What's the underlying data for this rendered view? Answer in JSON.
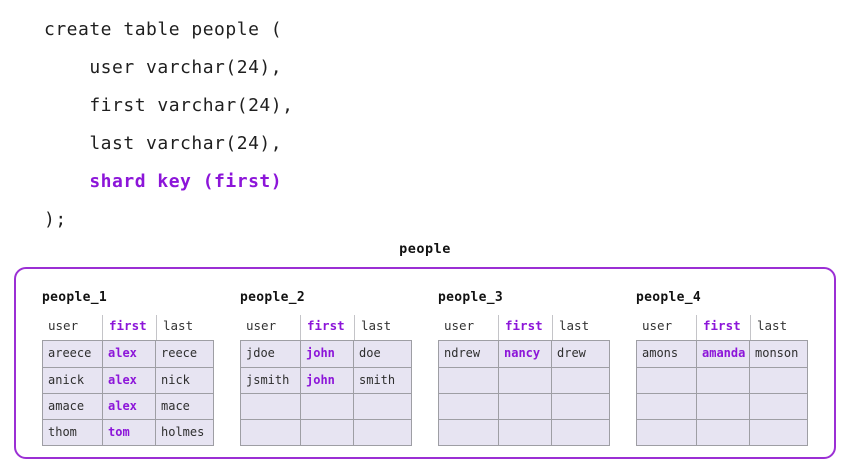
{
  "colors": {
    "accent_text": "#8c15d9",
    "box_border": "#9b2fd4",
    "cell_bg": "#e7e4f2",
    "grid_border": "#9e9ea4",
    "header_divider": "#c4c4c8",
    "code_text": "#1f1f1f"
  },
  "code": {
    "lines": [
      {
        "text": "create table people (",
        "highlight": false
      },
      {
        "text": "    user varchar(24),",
        "highlight": false
      },
      {
        "text": "    first varchar(24),",
        "highlight": false
      },
      {
        "text": "    last varchar(24),",
        "highlight": false
      },
      {
        "text": "    shard key (first)",
        "highlight": true
      },
      {
        "text": ");",
        "highlight": false
      }
    ]
  },
  "diagram": {
    "title": "people",
    "key_column_index": 1,
    "columns": [
      "user",
      "first",
      "last"
    ],
    "shards": [
      {
        "name": "people_1",
        "rows": [
          [
            "areece",
            "alex",
            "reece"
          ],
          [
            "anick",
            "alex",
            "nick"
          ],
          [
            "amace",
            "alex",
            "mace"
          ],
          [
            "thom",
            "tom",
            "holmes"
          ]
        ]
      },
      {
        "name": "people_2",
        "rows": [
          [
            "jdoe",
            "john",
            "doe"
          ],
          [
            "jsmith",
            "john",
            "smith"
          ],
          [
            "",
            "",
            ""
          ],
          [
            "",
            "",
            ""
          ]
        ]
      },
      {
        "name": "people_3",
        "rows": [
          [
            "ndrew",
            "nancy",
            "drew"
          ],
          [
            "",
            "",
            ""
          ],
          [
            "",
            "",
            ""
          ],
          [
            "",
            "",
            ""
          ]
        ]
      },
      {
        "name": "people_4",
        "rows": [
          [
            "amons",
            "amanda",
            "monson"
          ],
          [
            "",
            "",
            ""
          ],
          [
            "",
            "",
            ""
          ],
          [
            "",
            "",
            ""
          ]
        ]
      }
    ]
  }
}
